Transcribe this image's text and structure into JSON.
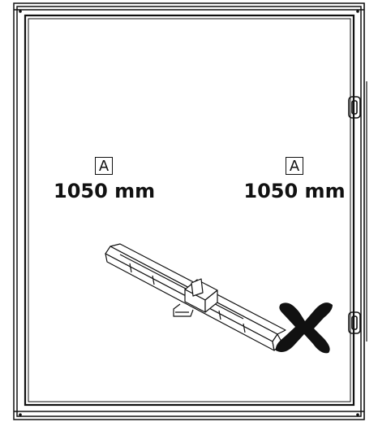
{
  "left_callout": {
    "marker": "A",
    "dimension": "1050 mm"
  },
  "right_callout": {
    "marker": "A",
    "dimension": "1050 mm"
  },
  "icons": {
    "incorrect_mark": "x-mark-icon",
    "upper_hinge": "hinge-icon",
    "lower_hinge": "hinge-icon",
    "bracket": "leveling-bracket-icon"
  },
  "colors": {
    "line": "#111111",
    "background": "#ffffff"
  }
}
